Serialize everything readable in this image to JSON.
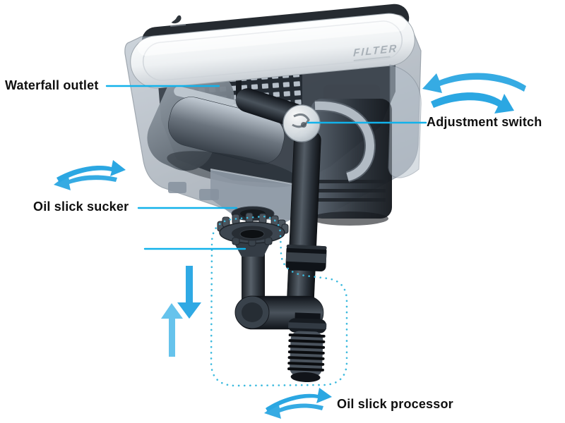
{
  "labels": {
    "waterfall_outlet": "Waterfall outlet",
    "adjustment_switch": "Adjustment switch",
    "oil_slick_sucker": "Oil slick sucker",
    "oil_slick_processor": "Oil slick processor"
  },
  "device": {
    "lid_text": "FILTER"
  },
  "colors": {
    "background": "#ffffff",
    "label_text": "#0f0f0f",
    "leader_line": "#12b2ea",
    "arrow_blue": "#2ba7e2",
    "dotted_outline": "#3cbade",
    "flow_arrow_down": "#2fa9e4",
    "flow_arrow_up": "#55bdea",
    "lid_white": "#f4f6f8",
    "body_smoke": "#93a0ae",
    "tube_dark": "#2a3138"
  }
}
